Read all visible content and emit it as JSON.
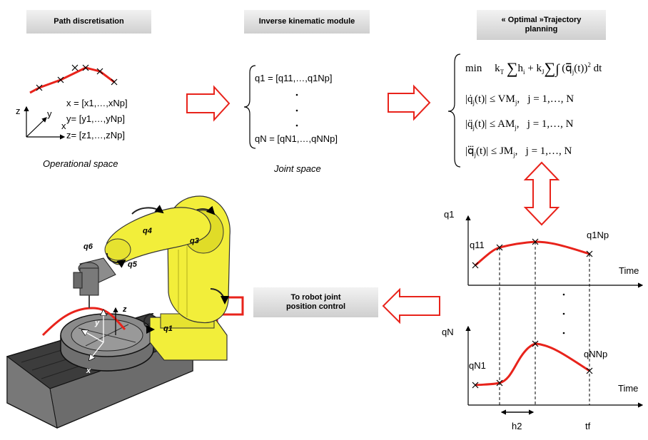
{
  "headers": {
    "path": "Path discretisation",
    "ik": "Inverse kinematic module",
    "traj_line1": "« Optimal »Trajectory",
    "traj_line2": "planning",
    "control_line1": "To robot joint",
    "control_line2": "position control"
  },
  "operational": {
    "x_eq": "x = [x1,…,xNp]",
    "y_eq": "y= [y1,…,yNp]",
    "z_eq": "z= [z1,…,zNp]",
    "axis_x": "x",
    "axis_y": "y",
    "axis_z": "z",
    "caption": "Operational space"
  },
  "joint": {
    "q1_eq": "q1 = [q11,…,q1Np]",
    "qN_eq": "qN = [qN1,…,qNNp]",
    "caption": "Joint space"
  },
  "optimization": {
    "min_word": "min",
    "constraint_vel_rhs": "≤ VM",
    "constraint_acc_rhs": "≤ AM",
    "constraint_jerk_rhs": "≤ JM",
    "range_text": "j = 1,…, N"
  },
  "plot": {
    "q1_axis": "q1",
    "q11": "q11",
    "q1Np": "q1Np",
    "time_top": "Time",
    "qN_axis": "qN",
    "qN1": "qN1",
    "qNNp": "qNNp",
    "time_bottom": "Time",
    "h2": "h2",
    "tf": "tf"
  },
  "robot": {
    "q1": "q1",
    "q3": "q3",
    "q4": "q4",
    "q5": "q5",
    "q6": "q6",
    "x": "x",
    "y": "y",
    "z": "z"
  },
  "colors": {
    "path": "#e8231b",
    "arrow_outline": "#e8231b",
    "robot_yellow": "#f2ee3a",
    "header_bg": "#d9d9d9",
    "table_dark": "#4a4a4a"
  }
}
